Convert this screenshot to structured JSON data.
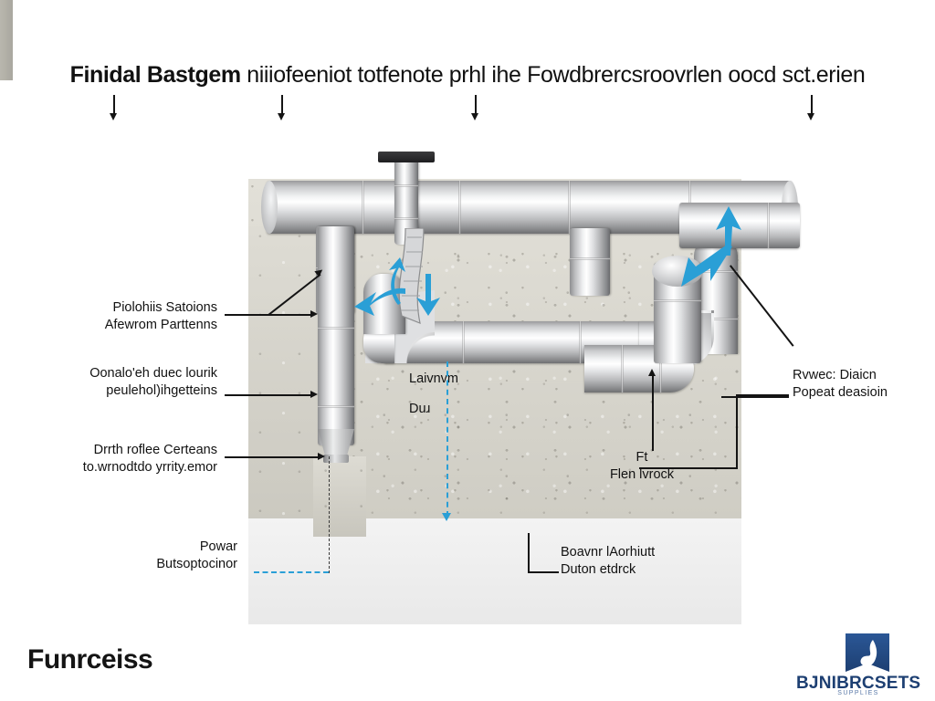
{
  "title": {
    "strong": "Finidal Bastgem",
    "light": " niiiofeeniot totfenote prhl ihe Fowdbrercsroovrlen oocd sct.erien"
  },
  "annotations": {
    "left": [
      {
        "line1": "Piolohiis Satoions",
        "line2": "Afewrom Parttenns"
      },
      {
        "line1": "Oonalo'eh duec lourik",
        "line2": "peulehol)ihgetteins"
      },
      {
        "line1": "Drrth roflee Certeans",
        "line2": "to.wrnodtdo yrrity.emor"
      }
    ],
    "right": [
      {
        "line1": "Rvwec: Diaicn",
        "line2": "Popeat deasioin"
      }
    ],
    "center": [
      {
        "line1": "Laivnvm",
        "line2": "Duɹ"
      },
      {
        "line1": "Ft",
        "line2": "Flen lvrock"
      }
    ],
    "bottom": [
      {
        "line1": "Powar",
        "line2": "Butsoptocinor"
      },
      {
        "line1": "Boavnr lAorhiutt",
        "line2": "Duton etdrck"
      }
    ]
  },
  "footer": {
    "brand": "Funrceiss",
    "logo_text": "BJNIBRCSETS",
    "logo_sub": "SUPPLIES"
  },
  "colors": {
    "airflow_arrow": "#2a9fd6",
    "leader_line": "#141414",
    "concrete": "#d8d6ce",
    "duct_metal": "#c9cacc",
    "logo_blue": "#1d3f72"
  },
  "icons": {
    "airflow_arrow": "airflow-arrow-icon",
    "leader_arrow": "leader-arrow-icon",
    "logo_badge": "logo-badge-icon"
  }
}
